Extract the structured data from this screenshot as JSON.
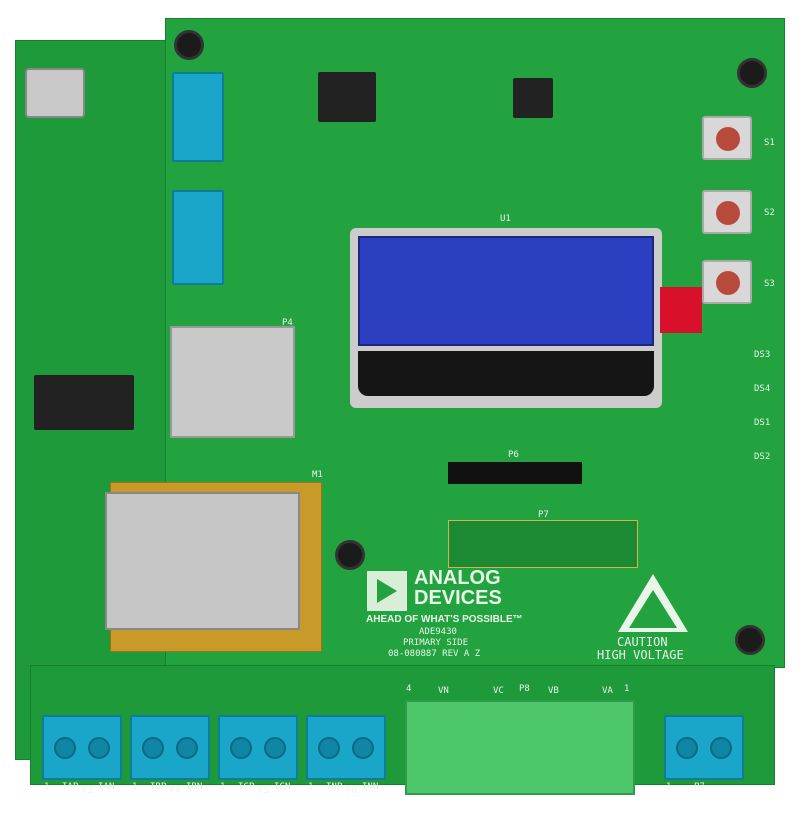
{
  "board": {
    "brand_line1": "ANALOG",
    "brand_line2": "DEVICES",
    "tagline": "AHEAD OF WHAT'S POSSIBLE™",
    "model": "ADE9430",
    "side": "PRIMARY SIDE",
    "part_number": "08-080887 REV A Z",
    "caution_line1": "CAUTION",
    "caution_line2": "HIGH VOLTAGE",
    "module_label": "M1",
    "lcd_label": "U1",
    "header_p6": "P6",
    "header_p7": "P7",
    "sd_label": "P4",
    "colors": {
      "pcb": "#1f9a3a",
      "lcd": "#2b3fc0",
      "connector_blue": "#1aa6c8",
      "connector_green": "#4dc76a"
    }
  },
  "buttons": [
    {
      "label": "S1"
    },
    {
      "label": "S2"
    },
    {
      "label": "S3"
    }
  ],
  "leds": [
    {
      "label": "DS3"
    },
    {
      "label": "DS4"
    },
    {
      "label": "DS1"
    },
    {
      "label": "DS2"
    }
  ],
  "current_inputs": [
    {
      "num": "1",
      "p": "IAP",
      "n": "IAN",
      "conn": "P3"
    },
    {
      "num": "1",
      "p": "IBP",
      "n": "IBN",
      "conn": "P4"
    },
    {
      "num": "1",
      "p": "ICP",
      "n": "ICN",
      "conn": "P5"
    },
    {
      "num": "1",
      "p": "INP",
      "n": "INN",
      "conn": "P6"
    }
  ],
  "voltage_connector": {
    "label": "P8",
    "pins": [
      "VN",
      "VC",
      "VB",
      "VA"
    ],
    "left": "4",
    "right": "1"
  },
  "aux_connector": {
    "num": "1",
    "label": "P7"
  }
}
